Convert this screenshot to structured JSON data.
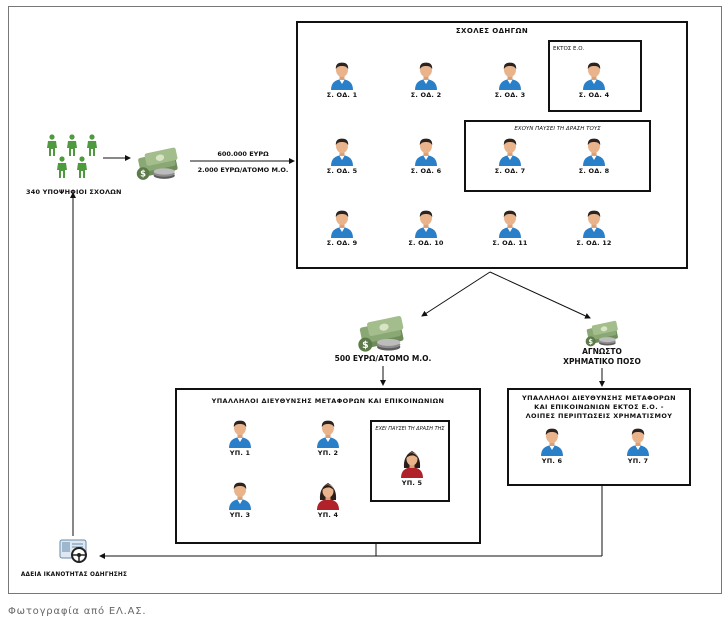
{
  "schools": {
    "title": "ΣΧΟΛΕΣ ΟΔΗΓΩΝ",
    "outside_box_title": "ΕΚΤΟΣ Ε.Ο.",
    "stopped_box_title": "ΕΧΟΥΝ ΠΑΥΣΕΙ ΤΗ ΔΡΑΣΗ ΤΟΥΣ",
    "items": [
      "Σ. ΟΔ. 1",
      "Σ. ΟΔ. 2",
      "Σ. ΟΔ. 3",
      "Σ. ΟΔ. 4",
      "Σ. ΟΔ. 5",
      "Σ. ΟΔ. 6",
      "Σ. ΟΔ. 7",
      "Σ. ΟΔ. 8",
      "Σ. ΟΔ. 9",
      "Σ. ΟΔ. 10",
      "Σ. ΟΔ. 11",
      "Σ. ΟΔ. 12"
    ]
  },
  "candidates": {
    "label": "340 ΥΠΟΨΗΦΙΟΙ ΣΧΟΛΩΝ",
    "icon": "group-of-people-icon"
  },
  "payment_top": {
    "line1": "600.000 ΕΥΡΩ",
    "line2": "2.000 ΕΥΡΩ/ΑΤΟΜΟ Μ.Ο.",
    "icon": "money-stack-icon"
  },
  "payment_left": {
    "label": "500 ΕΥΡΩ/ΑΤΟΜΟ Μ.Ο.",
    "icon": "money-stack-icon"
  },
  "payment_right": {
    "line1": "ΑΓΝΩΣΤΟ",
    "line2": "ΧΡΗΜΑΤΙΚΟ ΠΟΣΟ",
    "icon": "money-stack-icon"
  },
  "employees": {
    "title": "ΥΠΑΛΛΗΛΟΙ ΔΙΕΥΘΥΝΣΗΣ ΜΕΤΑΦΟΡΩΝ ΚΑΙ ΕΠΙΚΟΙΝΩΝΙΩΝ",
    "stopped_box_title": "ΕΧΕΙ ΠΑΥΣΕΙ ΤΗ ΔΡΑΣΗ ΤΗΣ",
    "items": [
      "ΥΠ. 1",
      "ΥΠ. 2",
      "ΥΠ. 3",
      "ΥΠ. 4",
      "ΥΠ. 5"
    ]
  },
  "employees_outside": {
    "title_line1": "ΥΠΑΛΛΗΛΟΙ ΔΙΕΥΘΥΝΣΗΣ ΜΕΤΑΦΟΡΩΝ",
    "title_line2": "ΚΑΙ ΕΠΙΚΟΙΝΩΝΙΩΝ ΕΚΤΟΣ Ε.Ο. -",
    "title_line3": "ΛΟΙΠΕΣ ΠΕΡΙΠΤΩΣΕΙΣ ΧΡΗΜΑΤΙΣΜΟΥ",
    "items": [
      "ΥΠ. 6",
      "ΥΠ. 7"
    ]
  },
  "license": {
    "label": "ΑΔΕΙΑ ΙΚΑΝΟΤΗΤΑΣ ΟΔΗΓΗΣΗΣ",
    "icon": "driving-license-icon"
  },
  "caption": "Φωτογραφία από ΕΛ.ΑΣ.",
  "colors": {
    "male": "#2a7fc9",
    "female": "#b0212a",
    "skin": "#e9b48c",
    "hair": "#2a2320",
    "candidates": "#4f9a3f",
    "money": "#5d7a4a"
  }
}
